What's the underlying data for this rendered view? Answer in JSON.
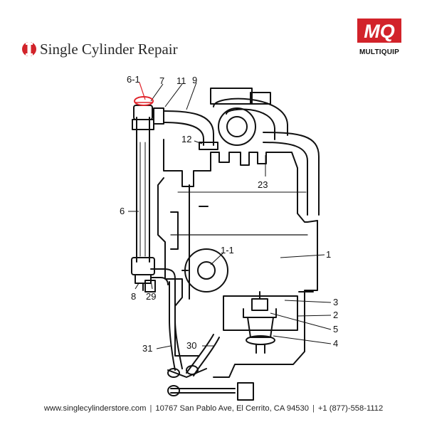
{
  "header": {
    "title": "Single Cylinder Repair",
    "brand_name": "MULTIQUIP",
    "logo_text": "MQ",
    "colors": {
      "accent": "#d2232a",
      "text": "#2a2a2a"
    }
  },
  "diagram": {
    "highlight_color": "#e0242b",
    "callouts": [
      {
        "id": "6-1",
        "label": "6-1",
        "highlighted": true
      },
      {
        "id": "7",
        "label": "7"
      },
      {
        "id": "11",
        "label": "11"
      },
      {
        "id": "9",
        "label": "9"
      },
      {
        "id": "12",
        "label": "12"
      },
      {
        "id": "23",
        "label": "23"
      },
      {
        "id": "6",
        "label": "6"
      },
      {
        "id": "1-1",
        "label": "1-1"
      },
      {
        "id": "1",
        "label": "1"
      },
      {
        "id": "8",
        "label": "8"
      },
      {
        "id": "29",
        "label": "29"
      },
      {
        "id": "3",
        "label": "3"
      },
      {
        "id": "2",
        "label": "2"
      },
      {
        "id": "5",
        "label": "5"
      },
      {
        "id": "4",
        "label": "4"
      },
      {
        "id": "31",
        "label": "31"
      },
      {
        "id": "30",
        "label": "30"
      }
    ]
  },
  "footer": {
    "website": "www.singlecylinderstore.com",
    "address": "10767 San Pablo Ave, El Cerrito, CA 94530",
    "phone": "+1 (877)-558-1112",
    "separator": "|"
  }
}
